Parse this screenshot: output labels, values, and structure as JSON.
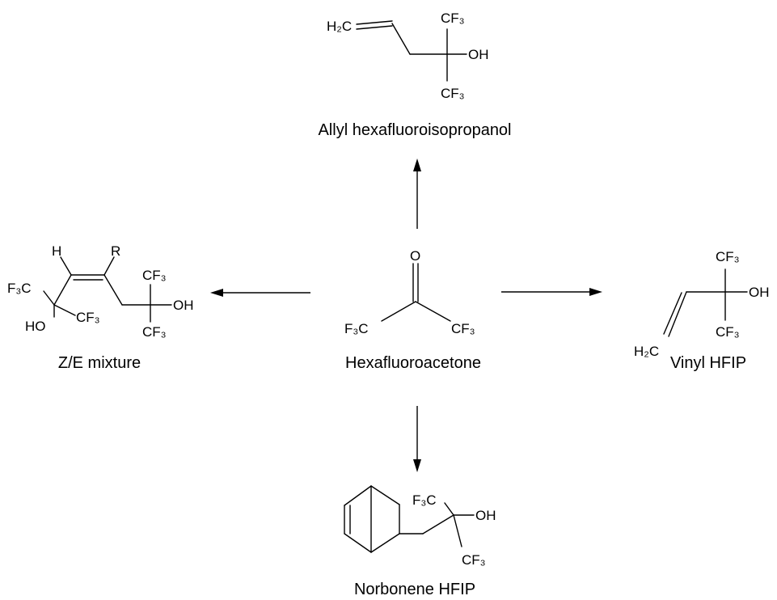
{
  "compounds": {
    "center": {
      "name": "Hexafluoroacetone"
    },
    "top": {
      "name": "Allyl hexafluoroisopropanol"
    },
    "left": {
      "name": "Z/E mixture"
    },
    "right": {
      "name": "Vinyl HFIP"
    },
    "bottom": {
      "name": "Norbonene HFIP"
    }
  },
  "atoms": {
    "H2C": "H₂C",
    "CF3": "CF₃",
    "F3C": "F₃C",
    "OH": "OH",
    "HO": "HO",
    "O": "O",
    "H": "H",
    "R": "R"
  }
}
